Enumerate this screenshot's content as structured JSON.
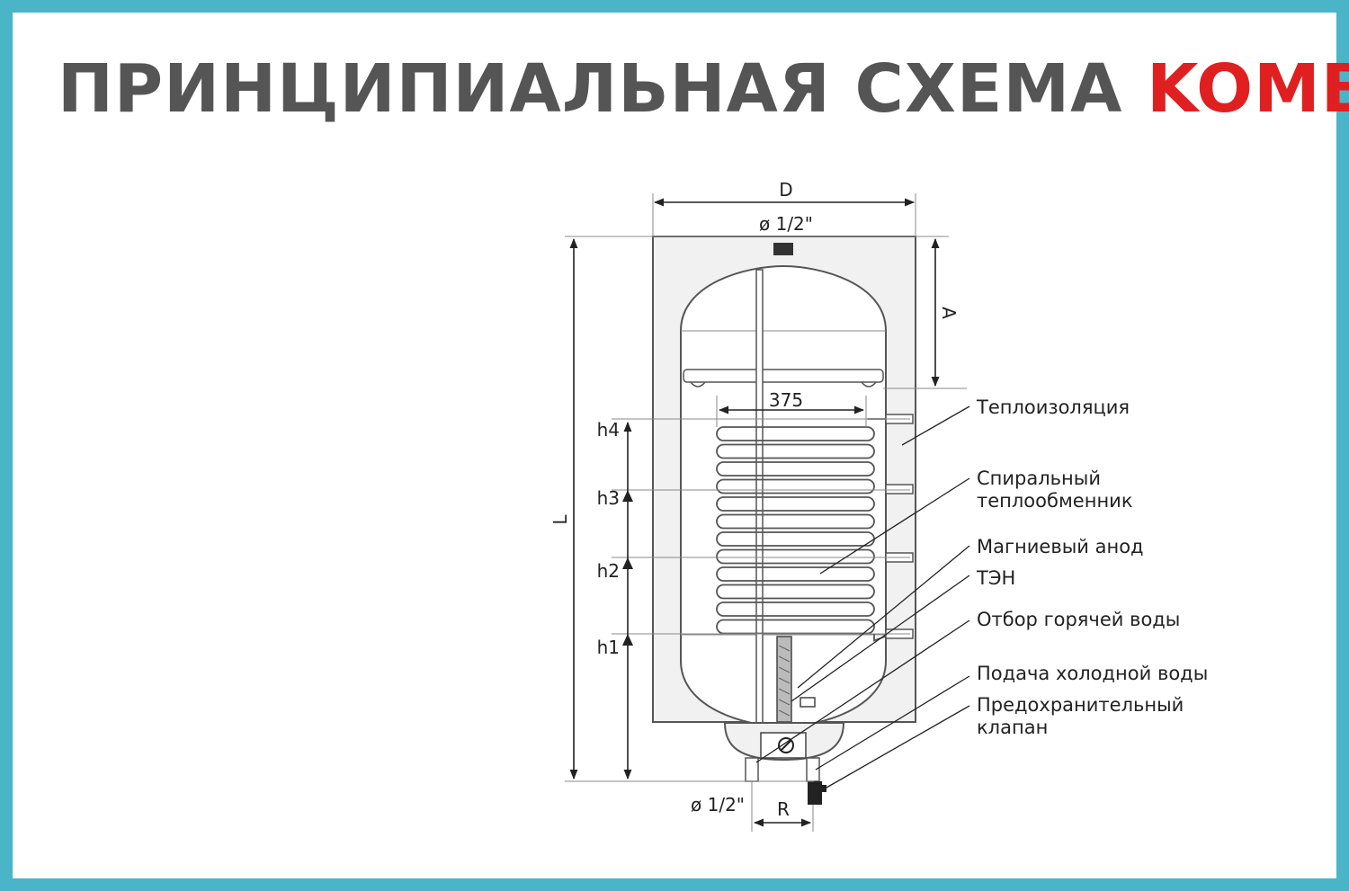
{
  "title": {
    "main": "ПРИНЦИПИАЛЬНАЯ СХЕМА",
    "accent": "KOMBI"
  },
  "colors": {
    "frame": "#4ab5c9",
    "title": "#555555",
    "accent": "#e02020"
  },
  "dimensions": {
    "D": "D",
    "top_fitting": "ø 1/2\"",
    "bottom_fitting": "ø 1/2\"",
    "A": "A",
    "L": "L",
    "R": "R",
    "coil_width": "375",
    "h4": "h4",
    "h3": "h3",
    "h2": "h2",
    "h1": "h1"
  },
  "callouts": {
    "insulation": "Теплоизоляция",
    "coil_line1": "Спиральный",
    "coil_line2": "теплообменник",
    "anode": "Магниевый анод",
    "heater": "ТЭН",
    "hot_water": "Отбор горячей воды",
    "cold_water": "Подача холодной воды",
    "valve_line1": "Предохранительный",
    "valve_line2": "клапан"
  }
}
